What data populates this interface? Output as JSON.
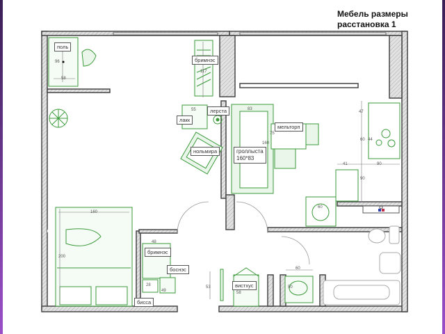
{
  "title": {
    "line1": "Мебель размеры",
    "line2": "расстановка 1"
  },
  "colors": {
    "wall": "#555555",
    "wall_fill": "#dddddd",
    "furniture": "#3a9a3a",
    "furniture_fill": "#eaf6ea",
    "frame_accent": "#7b3fb0"
  },
  "labels": {
    "desk": "поль",
    "wardrobe_top": "бримнэс",
    "lamp": "лерста",
    "side_table": "лакк",
    "armchair": "нольмира",
    "sofa_line1": "гроллыста",
    "sofa_line2": "160*83",
    "dining_table": "мельторп",
    "hall_wardrobe": "бримнэс",
    "hall_stool": "боснэс",
    "hall_shelf": "бисса",
    "shoe_rack": "вистхус"
  },
  "dimensions": {
    "desk_depth": "96",
    "desk_width": "58",
    "wardrobe_height": "117",
    "side_table_width": "55",
    "sofa_depth": "83",
    "sofa_width": "160",
    "table_depth": "75",
    "kitchen_top": "47",
    "kitchen_mid": "60",
    "kitchen_mid2": "44",
    "kitchen_left": "41",
    "kitchen_right": "90",
    "kitchen_bottom": "90",
    "washer_top": "60",
    "bed_width": "160",
    "bed_length": "200",
    "hall_wardrobe_w": "48",
    "hall_shelf_w": "28",
    "hall_stool_w": "49",
    "hall_mirror": "53",
    "shoe_rack_h": "58",
    "bath_washer_w": "60",
    "bath_washer_d": "50"
  }
}
